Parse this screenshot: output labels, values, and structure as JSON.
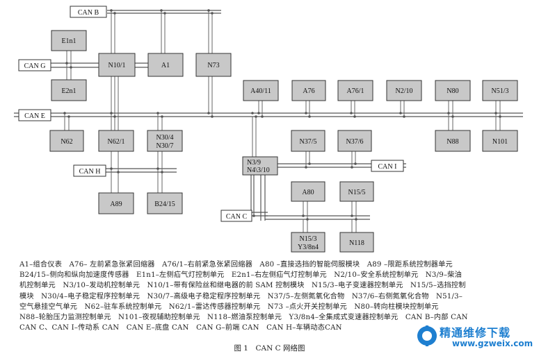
{
  "buses": {
    "can_b": "CAN B",
    "can_g": "CAN G",
    "can_e": "CAN E",
    "can_h": "CAN H",
    "can_i": "CAN I",
    "can_c": "CAN C"
  },
  "modules": {
    "e1n1": "E1n1",
    "e2n1": "E2n1",
    "n10_1": "N10/1",
    "a1": "A1",
    "n73": "N73",
    "n62": "N62",
    "n62_1": "N62/1",
    "n30_4_line1": "N30/4",
    "n30_4_line2": "N30/7",
    "a89": "A89",
    "b24_15": "B24/15",
    "a40_11": "A40/11",
    "a76": "A76",
    "a76_1": "A76/1",
    "n2_10": "N2/10",
    "n80": "N80",
    "n51_3": "N51/3",
    "n88": "N88",
    "n101": "N101",
    "n37_5": "N37/5",
    "n37_6": "N37/6",
    "n3_9_line1": "N3/9",
    "n3_9_line2": "N4\\3/10",
    "a80": "A80",
    "n15_5": "N15/5",
    "n15_3_line1": "N15/3",
    "n15_3_line2": "Y3/8n4",
    "n118": "N118"
  },
  "legend": {
    "line1": "A1–组合仪表　A76– 左前紧急张紧回缩器　A76/1–右前紧急张紧回缩器　A80 –直接选挡的智能伺服模块　A89 –限距系统控制器单元",
    "line2": "B24/15–侧向和纵向加速度传感器　E1n1–左侧疝气灯控制单元　E2n1–右左侧疝气灯控制单元　N2/10–安全系统控制单元　N3/9–柴油",
    "line3": "机控制单元　N3/10–发动机控制单元　N10/1–带有保险丝和继电器的前 SAM 控制模块　N15/3–电子变速器控制单元　N15/5–选挡控制",
    "line4": "模块　N30/4–电子稳定程序控制单元　N30/7–高级电子稳定程序控制单元　N37/5–左侧氮氧化合物　N37/6–右侧氮氧化合物　N51/3–",
    "line5": "空气悬挂空气单元　N62–驻车系统控制单元　N62/1–雷达传感器控制单元　N73 –点火开关控制单元　N80–转向柱模块控制单元",
    "line6": "N88–轮胎压力监测控制单元　N101–夜视辅助控制单元　N118–燃油泵控制单元　Y3/8n4–全集成式变速器控制单元　CAN B–内部 CAN",
    "line7": "CAN C、CAN I–传动系 CAN　CAN E–底盘 CAN　CAN G–前端 CAN　CAN H–车辆动态CAN"
  },
  "caption": "图 1　CAN C 网络图",
  "watermark": {
    "title": "精通维修下载",
    "url": "www.gzweix.com"
  },
  "colors": {
    "module_fill": "#c8c8c8",
    "bus_line": "#555555",
    "watermark": "#1e7fd0"
  }
}
